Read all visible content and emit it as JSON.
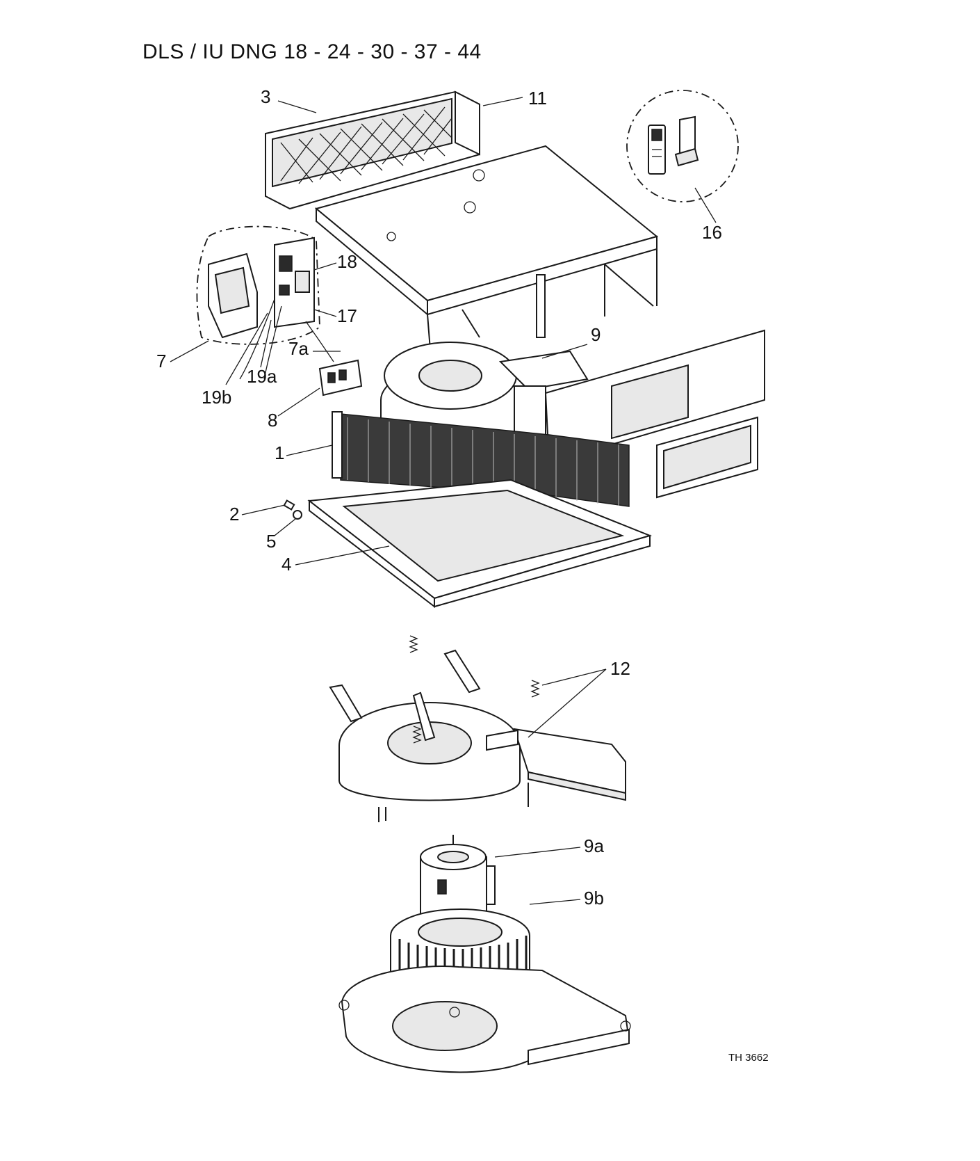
{
  "title": "DLS / IU DNG 18 - 24 - 30 - 37 - 44",
  "drawing_code": "TH 3662",
  "callouts": [
    "3",
    "11",
    "16",
    "18",
    "17",
    "7",
    "7a",
    "19a",
    "19b",
    "8",
    "9",
    "1",
    "2",
    "5",
    "4",
    "12",
    "9a",
    "9b"
  ]
}
